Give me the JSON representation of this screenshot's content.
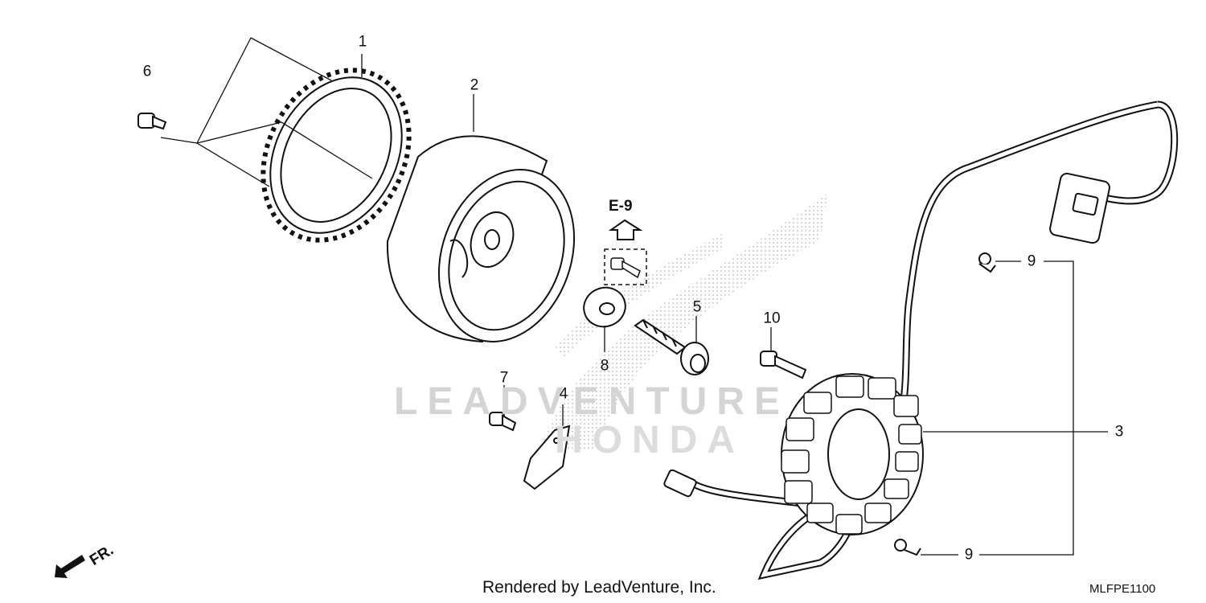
{
  "callouts": {
    "c1": "1",
    "c2": "2",
    "c3": "3",
    "c4": "4",
    "c5": "5",
    "c6": "6",
    "c7": "7",
    "c8": "8",
    "c9a": "9",
    "c9b": "9",
    "c10": "10"
  },
  "reference": {
    "label": "E-9"
  },
  "direction": {
    "label": "FR."
  },
  "footer": {
    "credit": "Rendered by LeadVenture, Inc.",
    "diagram_code": "MLFPE1100"
  },
  "watermark": {
    "line1": "LEADVENTURE",
    "line2": "HONDA"
  },
  "colors": {
    "line": "#111111",
    "watermark": "#d4d4d4",
    "part_fill": "#ffffff"
  }
}
